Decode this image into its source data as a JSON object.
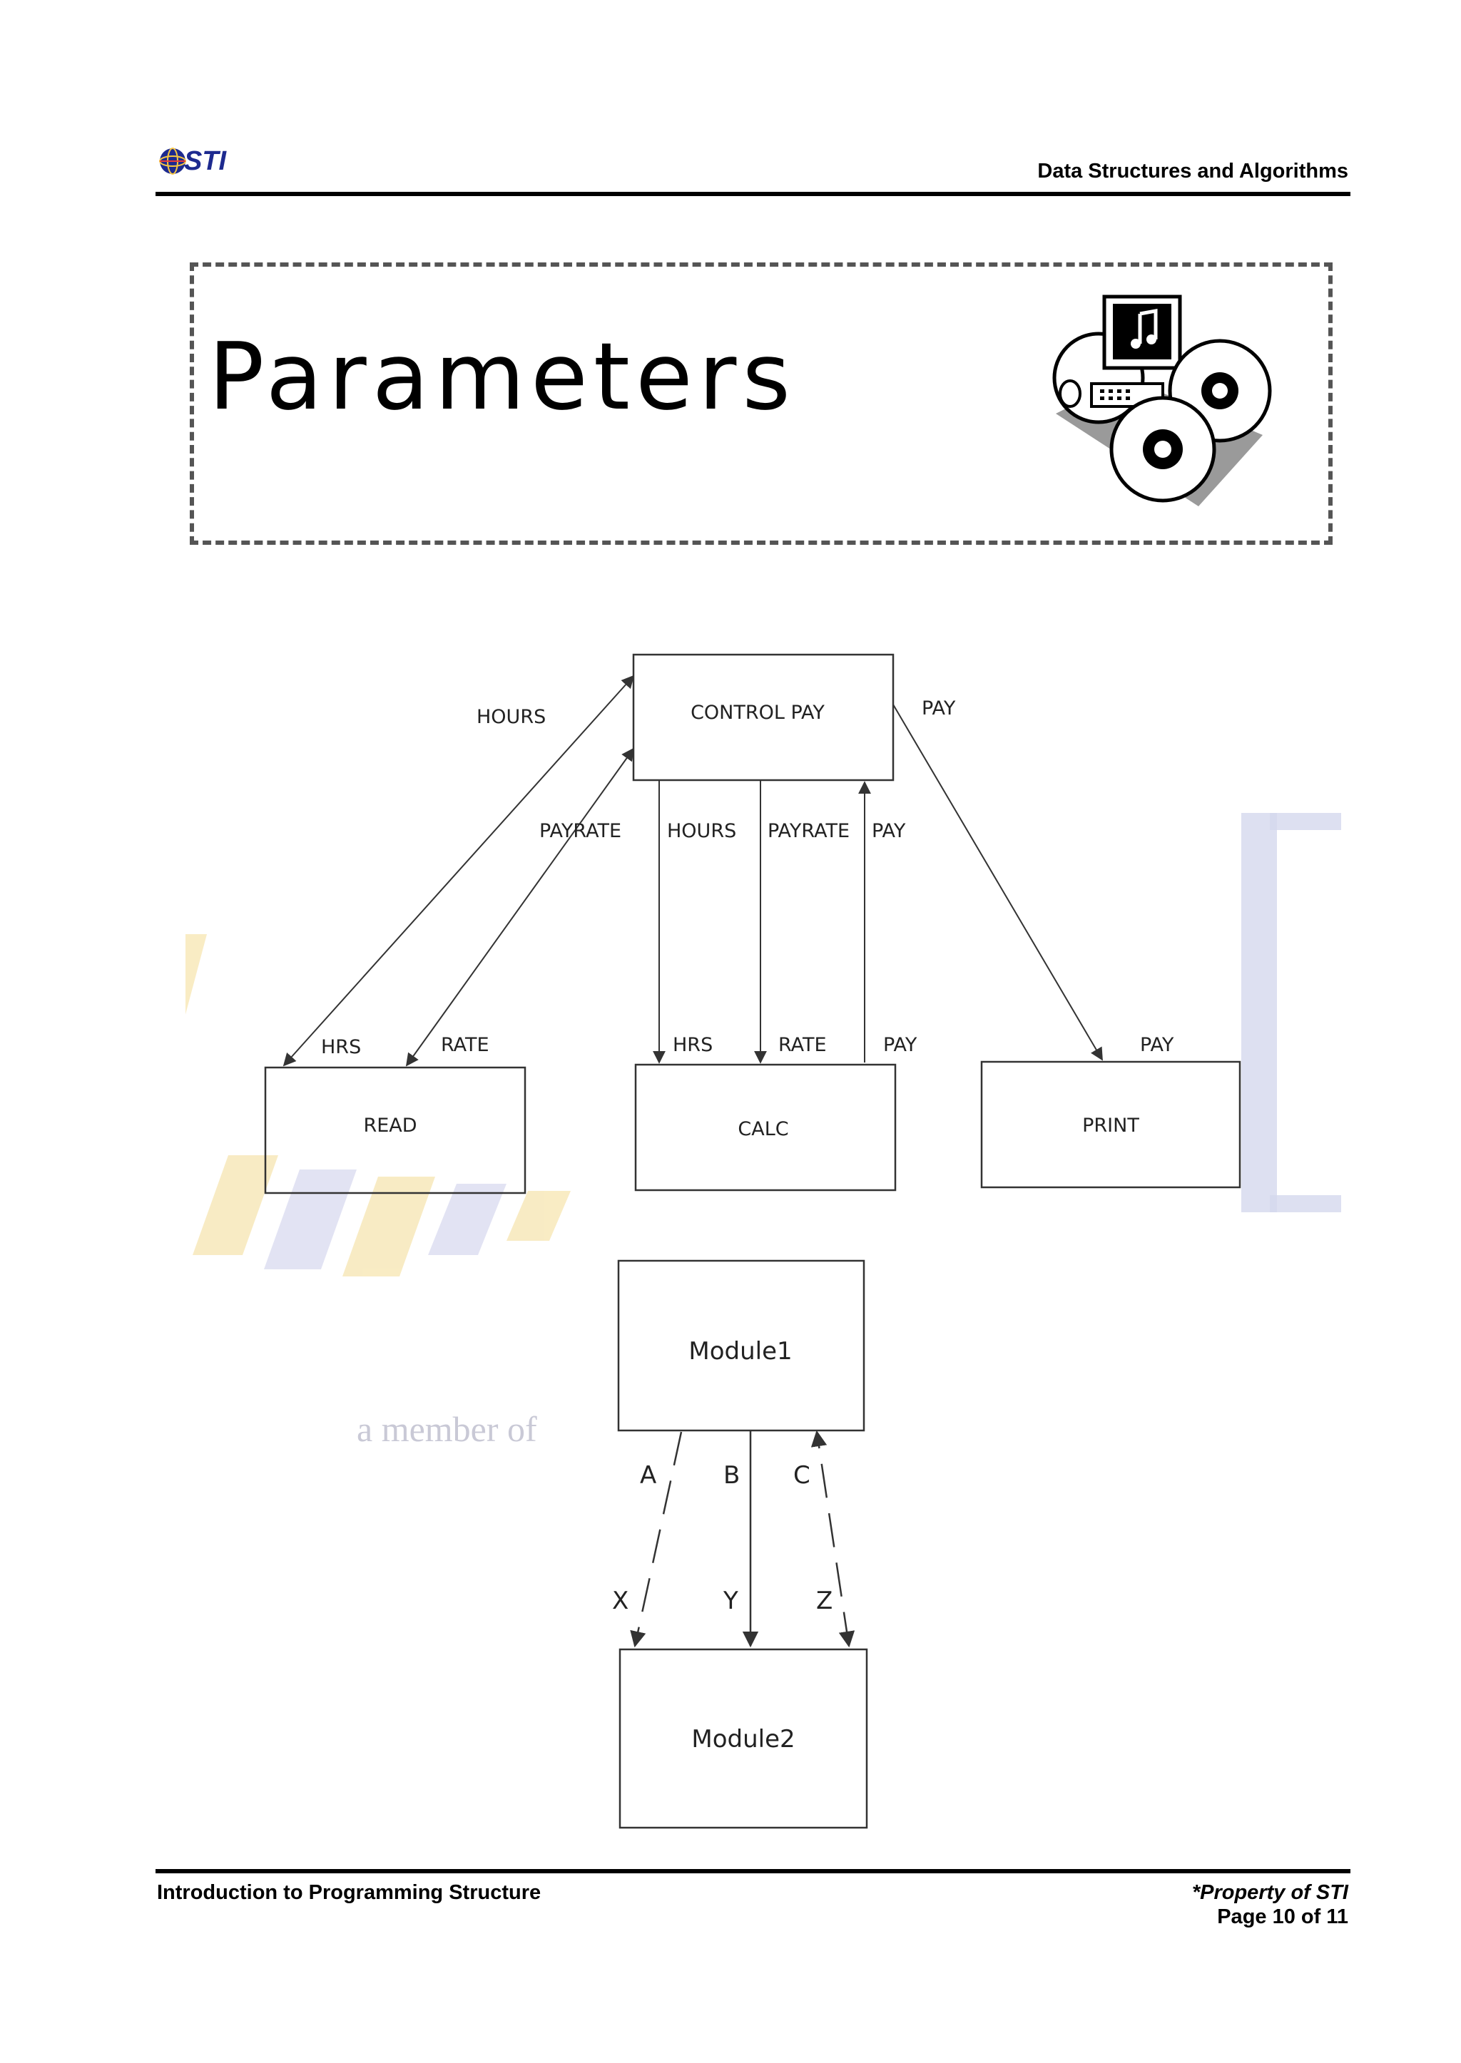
{
  "header": {
    "logo_text": "STI",
    "title": "Data Structures and Algorithms"
  },
  "title_box": {
    "heading": "Parameters",
    "clipart_icon": "computer-music-cd-clipart-icon"
  },
  "diagram1": {
    "boxes": {
      "control": "CONTROL PAY",
      "read": "READ",
      "calc": "CALC",
      "print": "PRINT"
    },
    "labels": {
      "hours_top": "HOURS",
      "payrate_top": "PAYRATE",
      "pay_top_right": "PAY",
      "hours_mid": "HOURS",
      "payrate_mid": "PAYRATE",
      "pay_mid": "PAY",
      "read_hrs": "HRS",
      "read_rate": "RATE",
      "calc_hrs": "HRS",
      "calc_rate": "RATE",
      "calc_pay": "PAY",
      "print_pay": "PAY"
    }
  },
  "diagram2": {
    "boxes": {
      "module1": "Module1",
      "module2": "Module2"
    },
    "labels": {
      "a": "A",
      "b": "B",
      "c": "C",
      "x": "X",
      "y": "Y",
      "z": "Z"
    }
  },
  "watermark": {
    "text": "a member of"
  },
  "footer": {
    "left": "Introduction to Programming Structure",
    "right_top": "*Property of STI",
    "right_bottom": "Page 10 of 11"
  },
  "colors": {
    "logo_blue": "#1d2a8f",
    "watermark_blue": "#d5d8ee",
    "watermark_yellow": "#f6e3a8"
  }
}
